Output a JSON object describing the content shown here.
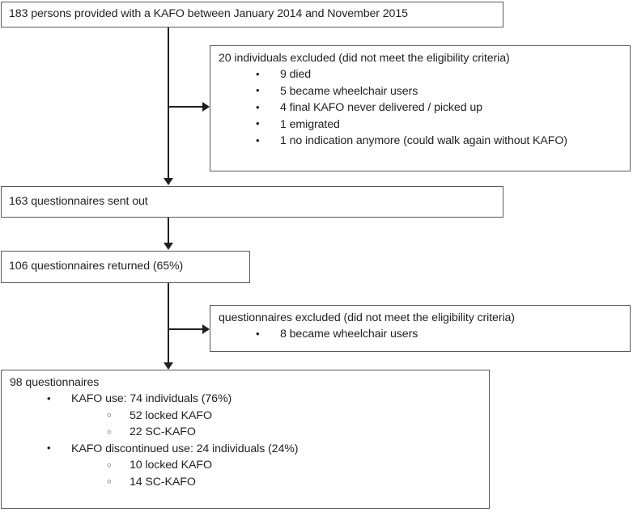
{
  "figure": {
    "type": "flowchart",
    "orientation": "vertical",
    "nodes": [
      {
        "id": "enrolled",
        "title": "183 persons provided with a KAFO between January 2014 and November 2015",
        "items": []
      },
      {
        "id": "excluded-initial",
        "title": "20 individuals excluded (did not meet the eligibility criteria)",
        "items": [
          "9 died",
          "5 became wheelchair users",
          "4 final KAFO never delivered / picked up",
          "1 emigrated",
          "1 no indication anymore (could walk again without KAFO)"
        ]
      },
      {
        "id": "sent-out",
        "title": "163 questionnaires sent out",
        "items": []
      },
      {
        "id": "returned",
        "title": "106 questionnaires returned (65%)",
        "items": []
      },
      {
        "id": "excluded-questionnaires",
        "title": "questionnaires excluded (did not meet the eligibility criteria)",
        "items": [
          "8 became wheelchair users"
        ]
      },
      {
        "id": "analysed",
        "title": "98 questionnaires",
        "groups": [
          {
            "label": "KAFO use: 74 individuals (76%)",
            "subitems": [
              "52 locked KAFO",
              "22 SC-KAFO"
            ]
          },
          {
            "label": "KAFO discontinued use: 24 individuals (24%)",
            "subitems": [
              "10 locked KAFO",
              "14 SC-KAFO"
            ]
          }
        ]
      }
    ],
    "colors": {
      "box_border": "#58595b",
      "connector": "#231f20",
      "text": "#231f20",
      "background": "#ffffff"
    }
  }
}
